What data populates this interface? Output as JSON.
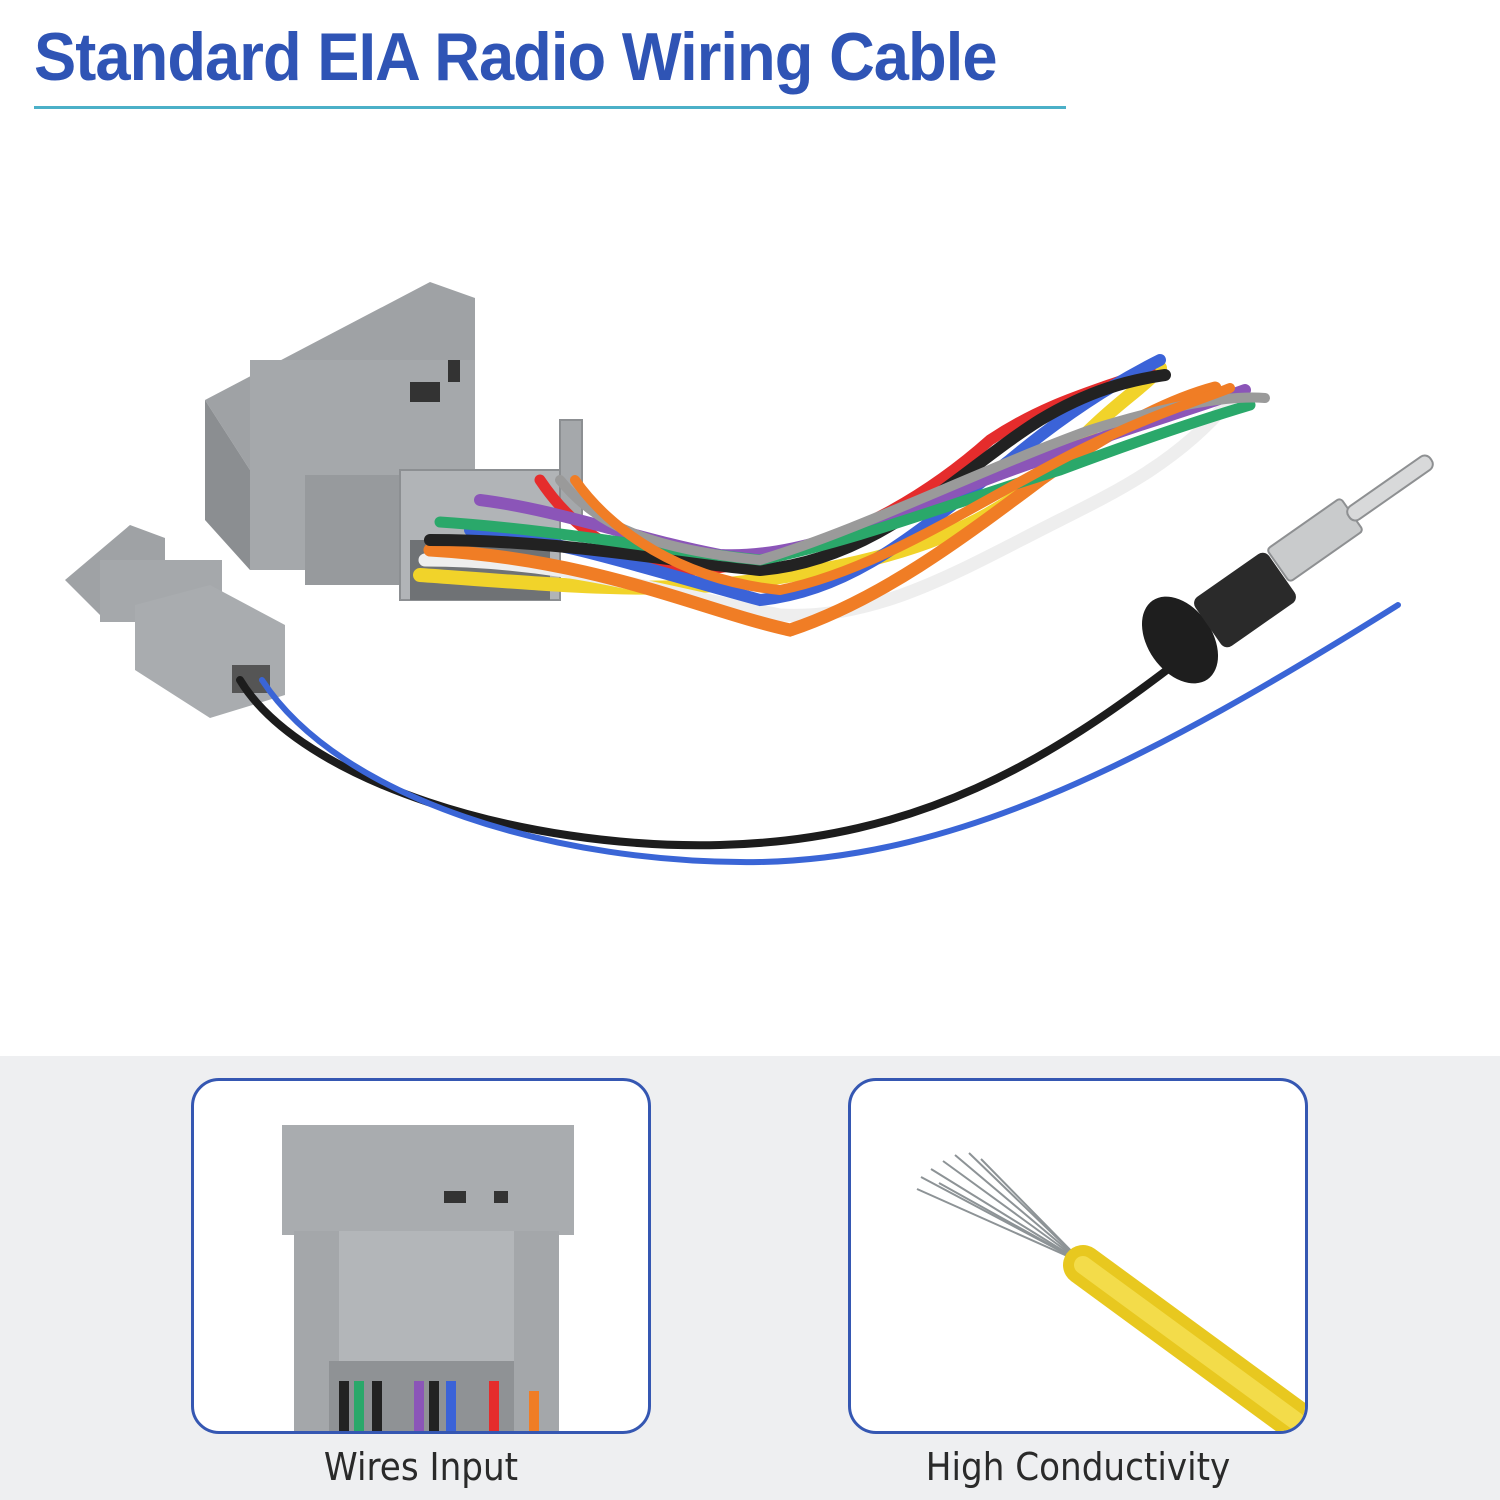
{
  "header": {
    "title": "Standard EIA Radio Wiring Cable"
  },
  "colors": {
    "title": "#2f54b5",
    "accent_rule": "#4bb0c8",
    "card_border": "#3557b2",
    "band_background": "#eeeff1",
    "connector_gray": "#a3a6a9"
  },
  "hero": {
    "wire_colors": [
      "#f1d32a",
      "#ffffff",
      "#f07d25",
      "#e52c2c",
      "#3b63d8",
      "#222222",
      "#8b55b8",
      "#2aa86a",
      "#9a9a9a"
    ]
  },
  "cards": [
    {
      "caption": "Wires Input"
    },
    {
      "caption": "High Conductivity"
    }
  ]
}
